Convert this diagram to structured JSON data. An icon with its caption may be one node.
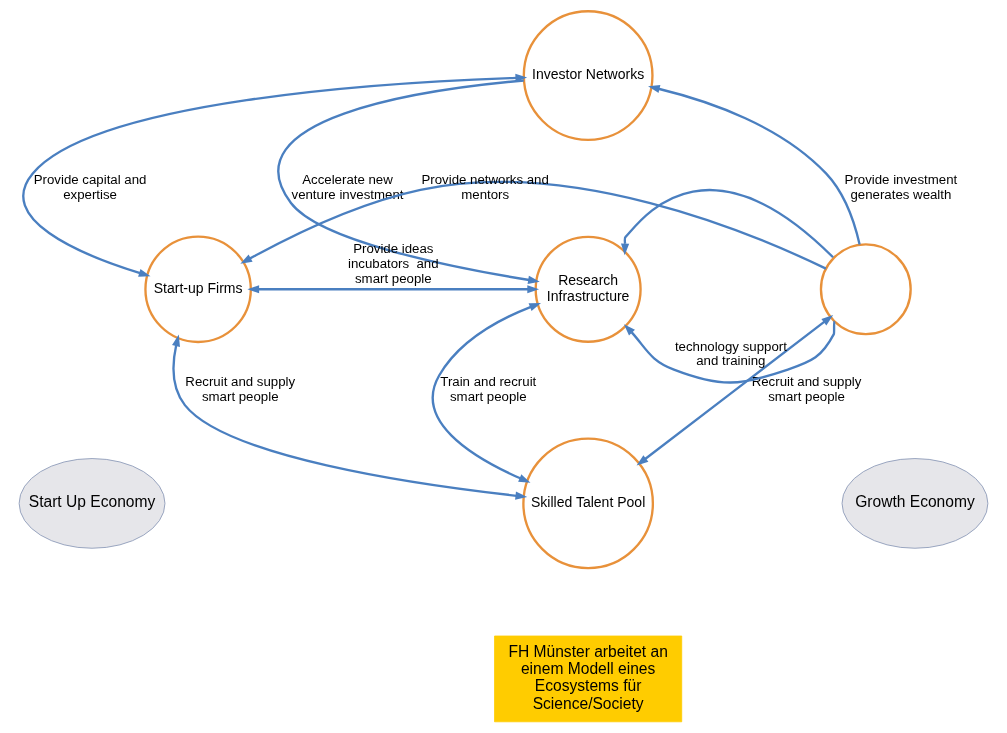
{
  "diagram": {
    "nodes": [
      {
        "text": [
          "Start Up Economy"
        ]
      },
      {
        "text": [
          "Growth Economy"
        ]
      },
      {
        "text": [
          "Investor Networks"
        ]
      },
      {
        "text": [
          "Start-up Firms"
        ]
      },
      {
        "text": [
          "Research Infrastructure"
        ]
      },
      {
        "text": [
          "Skilled Talent Pool"
        ]
      },
      {
        "text": [],
        "shape": "circle"
      },
      {
        "text": [
          "FH Münster arbeitet an einem Modell eines Ecosystems für Science/Society"
        ]
      }
    ],
    "edges": [
      {
        "from": 2,
        "to": 3,
        "arrow": "both",
        "label": "Provide capital and expertise"
      },
      {
        "from": 2,
        "to": 4,
        "arrow": "to",
        "label": "Accelerate new venture investment"
      },
      {
        "from": 6,
        "to": 2,
        "arrow": "to",
        "label": "Provide investment generates wealth"
      },
      {
        "from": 6,
        "to": 3,
        "arrow": "to",
        "label": "Provide networks and mentors"
      },
      {
        "from": 6,
        "to": 4,
        "arrow": "to"
      },
      {
        "from": 6,
        "to": 4,
        "arrow": "to",
        "label": "technology support and training"
      },
      {
        "from": 3,
        "to": 4,
        "arrow": "both",
        "label": "Provide ideas incubators  and smart people"
      },
      {
        "from": 4,
        "to": 5,
        "arrow": "both",
        "label": "Train and recruit smart people"
      },
      {
        "from": 3,
        "to": 5,
        "arrow": "both",
        "label": "Recruit and supply smart people"
      },
      {
        "from": 5,
        "to": 6,
        "arrow": "both",
        "label": "Recruit and supply smart people"
      }
    ]
  }
}
